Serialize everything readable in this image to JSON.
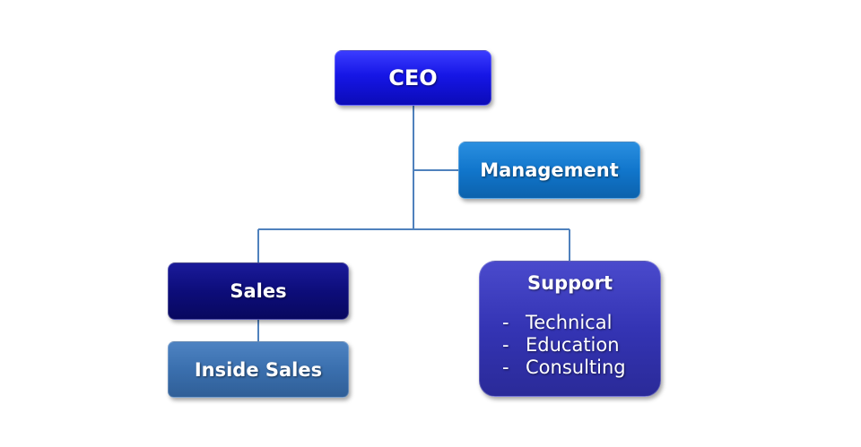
{
  "org_chart": {
    "ceo": "CEO",
    "management": "Management",
    "sales": "Sales",
    "inside_sales": "Inside Sales",
    "support": {
      "title": "Support",
      "items": [
        {
          "dash": "-",
          "label": "Technical"
        },
        {
          "dash": "-",
          "label": "Education"
        },
        {
          "dash": "-",
          "label": "Consulting"
        }
      ]
    }
  },
  "colors": {
    "ceo": "#1616e6",
    "management": "#1176cc",
    "sales": "#0d0d7a",
    "inside_sales": "#3a6fae",
    "support": "#3434b4",
    "connector": "#4f81bd"
  }
}
